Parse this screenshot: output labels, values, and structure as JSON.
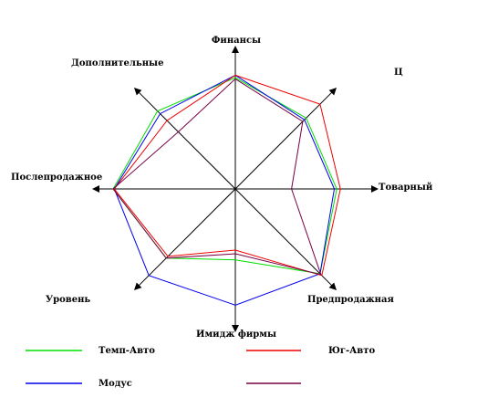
{
  "chart_data": {
    "type": "radar",
    "axes": [
      "Финансы",
      "Ц",
      "Товарный",
      "Предпродажная",
      "Имидж фирмы",
      "Уровень",
      "Послепродажное",
      "Дополнительные"
    ],
    "range": [
      0,
      10
    ],
    "grid": false,
    "legend_position": "bottom",
    "series": [
      {
        "name": "Темп-Авто",
        "color": "#00dd00",
        "values": [
          9.1,
          8.2,
          8.3,
          9.8,
          5.8,
          8.0,
          10.0,
          9.0
        ]
      },
      {
        "name": "Модус",
        "color": "#0000ee",
        "values": [
          9.3,
          8.0,
          8.1,
          9.8,
          9.5,
          10.0,
          9.9,
          8.7
        ]
      },
      {
        "name": "Юг-Авто",
        "color": "#ee0000",
        "values": [
          9.3,
          9.8,
          8.6,
          10.0,
          5.0,
          7.8,
          9.9,
          7.9
        ]
      },
      {
        "name": "",
        "color": "#770044",
        "values": [
          9.0,
          7.8,
          4.6,
          9.9,
          5.3,
          8.0,
          10.0,
          6.6
        ]
      }
    ]
  }
}
